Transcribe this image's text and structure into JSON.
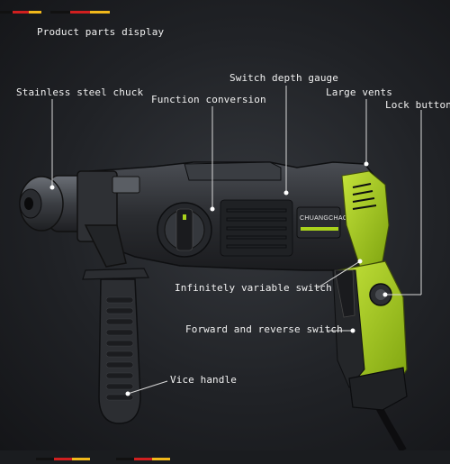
{
  "title": "Product parts display",
  "labels": {
    "switch_depth_gauge": "Switch depth gauge",
    "stainless_steel_chuck": "Stainless steel chuck",
    "function_conversion": "Function conversion",
    "large_vents": "Large vents",
    "lock_button": "Lock button",
    "infinitely_variable_switch": "Infinitely variable switch",
    "forward_reverse_switch": "Forward and reverse switch",
    "vice_handle": "Vice handle"
  },
  "brand": "CHUANGCHAO",
  "colors": {
    "accent": "#a9d21c",
    "body": "#2a2c30",
    "flag_black": "#111111",
    "flag_red": "#d01f1f",
    "flag_gold": "#f1b81b"
  }
}
